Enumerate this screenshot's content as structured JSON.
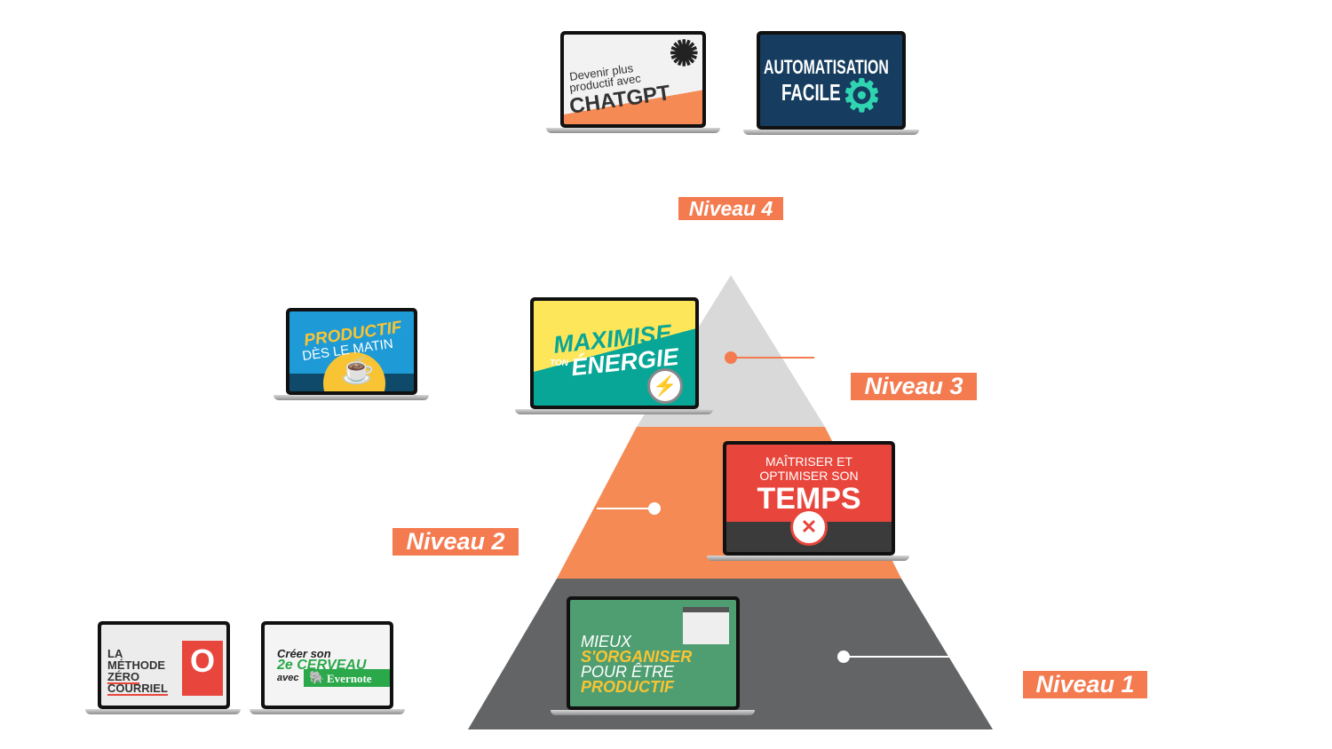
{
  "colors": {
    "level1": "#636466",
    "level2": "#f58a54",
    "level3": "#d9d9d9",
    "label_bg": "#f47a4f",
    "connector": "#f47a4f"
  },
  "levels": [
    {
      "label": "Niveau 1"
    },
    {
      "label": "Niveau 2"
    },
    {
      "label": "Niveau 3"
    },
    {
      "label": "Niveau 4"
    }
  ],
  "courses": {
    "chatgpt": {
      "line1": "Devenir plus",
      "line2": "productif avec",
      "line3": "CHATGPT",
      "icon": "openai-logo-icon"
    },
    "automatisation": {
      "line1": "AUTOMATISATION",
      "line2": "FACILE",
      "icon": "gear-refresh-icon"
    },
    "productif": {
      "line1": "PRODUCTIF",
      "line2": "DÈS LE MATIN",
      "icon": "coffee-cup-icon"
    },
    "maximise": {
      "line1": "MAXIMISE",
      "line2": "TON",
      "line3": "ÉNERGIE",
      "icon": "stopwatch-lightning-icon"
    },
    "temps": {
      "line1": "MAÎTRISER ET",
      "line2": "OPTIMISER SON",
      "line3": "TEMPS",
      "icon": "clock-icon"
    },
    "organiser": {
      "line1": "MIEUX",
      "line2": "S'ORGANISER",
      "line3": "POUR ÊTRE",
      "line4": "PRODUCTIF",
      "icon": "calendar-icon"
    },
    "courriel": {
      "line1": "LA",
      "line2": "MÉTHODE",
      "line3": "ZÉRO",
      "line4": "COURRIEL",
      "icon": "envelope-icon"
    },
    "evernote": {
      "line1": "Créer son",
      "line2": "2e CERVEAU",
      "line3": "avec",
      "line4": "Evernote",
      "icon": "evernote-icon"
    }
  }
}
